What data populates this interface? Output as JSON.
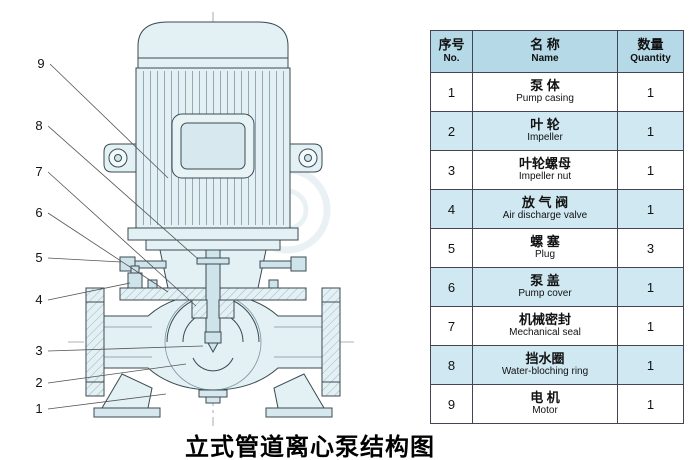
{
  "title": "立式管道离心泵结构图",
  "diagram": {
    "callouts": [
      {
        "label": "9"
      },
      {
        "label": "8"
      },
      {
        "label": "7"
      },
      {
        "label": "6"
      },
      {
        "label": "5"
      },
      {
        "label": "4"
      },
      {
        "label": "3"
      },
      {
        "label": "2"
      },
      {
        "label": "1"
      }
    ]
  },
  "table": {
    "headers": {
      "no_cn": "序号",
      "no_en": "No.",
      "name_cn": "名  称",
      "name_en": "Name",
      "qty_cn": "数量",
      "qty_en": "Quantity"
    },
    "rows": [
      {
        "no": "1",
        "name_cn": "泵 体",
        "name_en": "Pump casing",
        "qty": "1"
      },
      {
        "no": "2",
        "name_cn": "叶 轮",
        "name_en": "Impeller",
        "qty": "1"
      },
      {
        "no": "3",
        "name_cn": "叶轮螺母",
        "name_en": "Impeller nut",
        "qty": "1"
      },
      {
        "no": "4",
        "name_cn": "放 气 阀",
        "name_en": "Air discharge valve",
        "qty": "1"
      },
      {
        "no": "5",
        "name_cn": "螺 塞",
        "name_en": "Plug",
        "qty": "3"
      },
      {
        "no": "6",
        "name_cn": "泵 盖",
        "name_en": "Pump cover",
        "qty": "1"
      },
      {
        "no": "7",
        "name_cn": "机械密封",
        "name_en": "Mechanical seal",
        "qty": "1"
      },
      {
        "no": "8",
        "name_cn": "挡水圈",
        "name_en": "Water-bloching ring",
        "qty": "1"
      },
      {
        "no": "9",
        "name_cn": "电 机",
        "name_en": "Motor",
        "qty": "1"
      }
    ]
  },
  "colors": {
    "table_header_bg": "#b5d9e6",
    "table_alt_row_bg": "#cfe8f2",
    "drawing_fill": "#e3f1f4",
    "drawing_line": "#3a4a52"
  }
}
